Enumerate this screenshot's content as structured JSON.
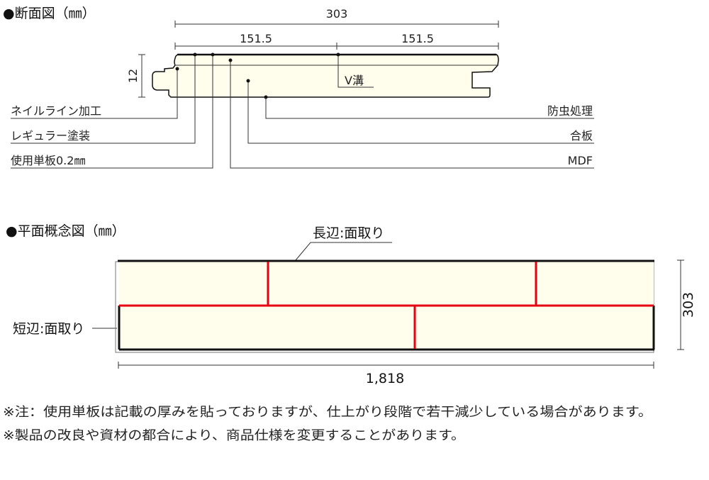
{
  "section_view": {
    "title": "●断面図（㎜）",
    "dim_total": "303",
    "dim_half_left": "151.5",
    "dim_half_right": "151.5",
    "dim_thickness": "12",
    "labels": {
      "nail_line": "ネイルライン加工",
      "regular_coating": "レギュラー塗装",
      "veneer": "使用単板0.2㎜",
      "insect_proof": "防虫処理",
      "plywood": "合板",
      "mdf": "MDF",
      "v_groove": "V溝"
    }
  },
  "plan_view": {
    "title": "●平面概念図（㎜）",
    "long_side": "長辺:面取り",
    "short_side": "短辺:面取り",
    "dim_width": "303",
    "dim_length": "1,818"
  },
  "notes": [
    "※注：使用単板は記載の厚みを貼っておりますが、仕上がり段階で若干減少している場合があります。",
    "※製品の改良や資材の都合により、商品仕様を変更することがあります。"
  ],
  "colors": {
    "board_fill": "#fffdeb",
    "joint_red": "#e60012",
    "line": "#111111"
  }
}
